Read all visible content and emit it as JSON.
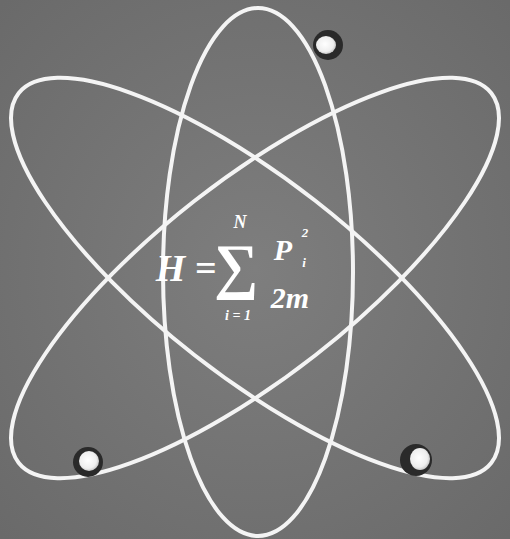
{
  "diagram": {
    "labels": [
      "H =",
      "∑",
      "N",
      "i = 1",
      "P",
      "2",
      "i",
      "2m"
    ]
  }
}
